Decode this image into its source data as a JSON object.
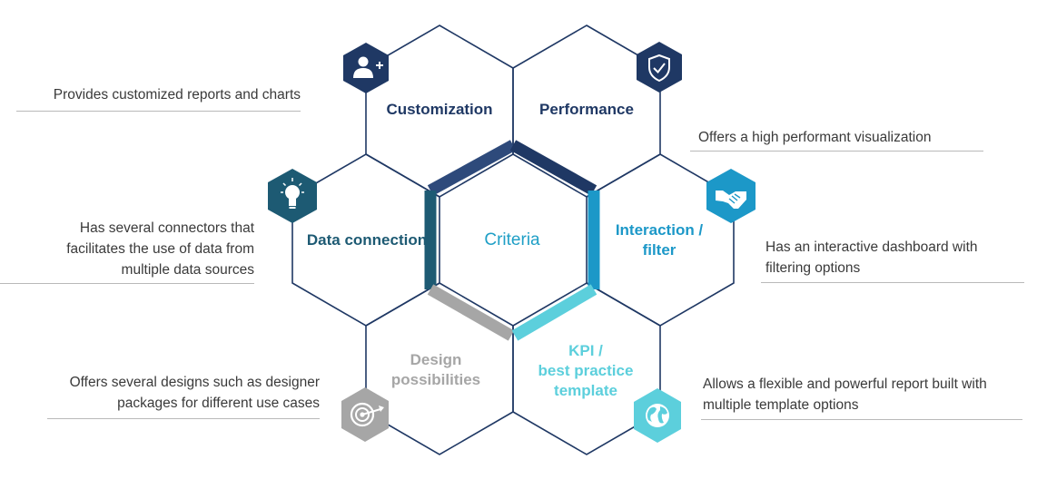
{
  "center": {
    "label": "Criteria"
  },
  "criteria": [
    {
      "key": "customization",
      "label": "Customization",
      "color": "#1f3864",
      "icon": "add-user-icon",
      "description": [
        "Provides customized reports and charts"
      ]
    },
    {
      "key": "performance",
      "label": "Performance",
      "color": "#1f3864",
      "icon": "shield-check-icon",
      "description": [
        "Offers a high performant visualization"
      ]
    },
    {
      "key": "data-connection",
      "label": "Data connection",
      "color": "#1d5a73",
      "icon": "lightbulb-icon",
      "description": [
        "Has several connectors that",
        "facilitates the use of  data  from",
        "multiple data sources"
      ]
    },
    {
      "key": "interaction",
      "label": "Interaction /\nfilter",
      "color": "#1c98c8",
      "icon": "handshake-icon",
      "description": [
        "Has an interactive dashboard with",
        "filtering options"
      ]
    },
    {
      "key": "design",
      "label": "Design\npossibilities",
      "color": "#a6a6a6",
      "icon": "target-icon",
      "description": [
        "Offers several designs such as designer",
        "packages for different use cases"
      ]
    },
    {
      "key": "kpi",
      "label": "KPI /\nbest practice\ntemplate",
      "color": "#5ccfdc",
      "icon": "globe-icon",
      "description": [
        "Allows a flexible and powerful report built with",
        "multiple template options"
      ]
    }
  ],
  "colors": {
    "outline": "#1f3864",
    "text": "#3a3a3a",
    "rule": "#b9b9b9"
  }
}
